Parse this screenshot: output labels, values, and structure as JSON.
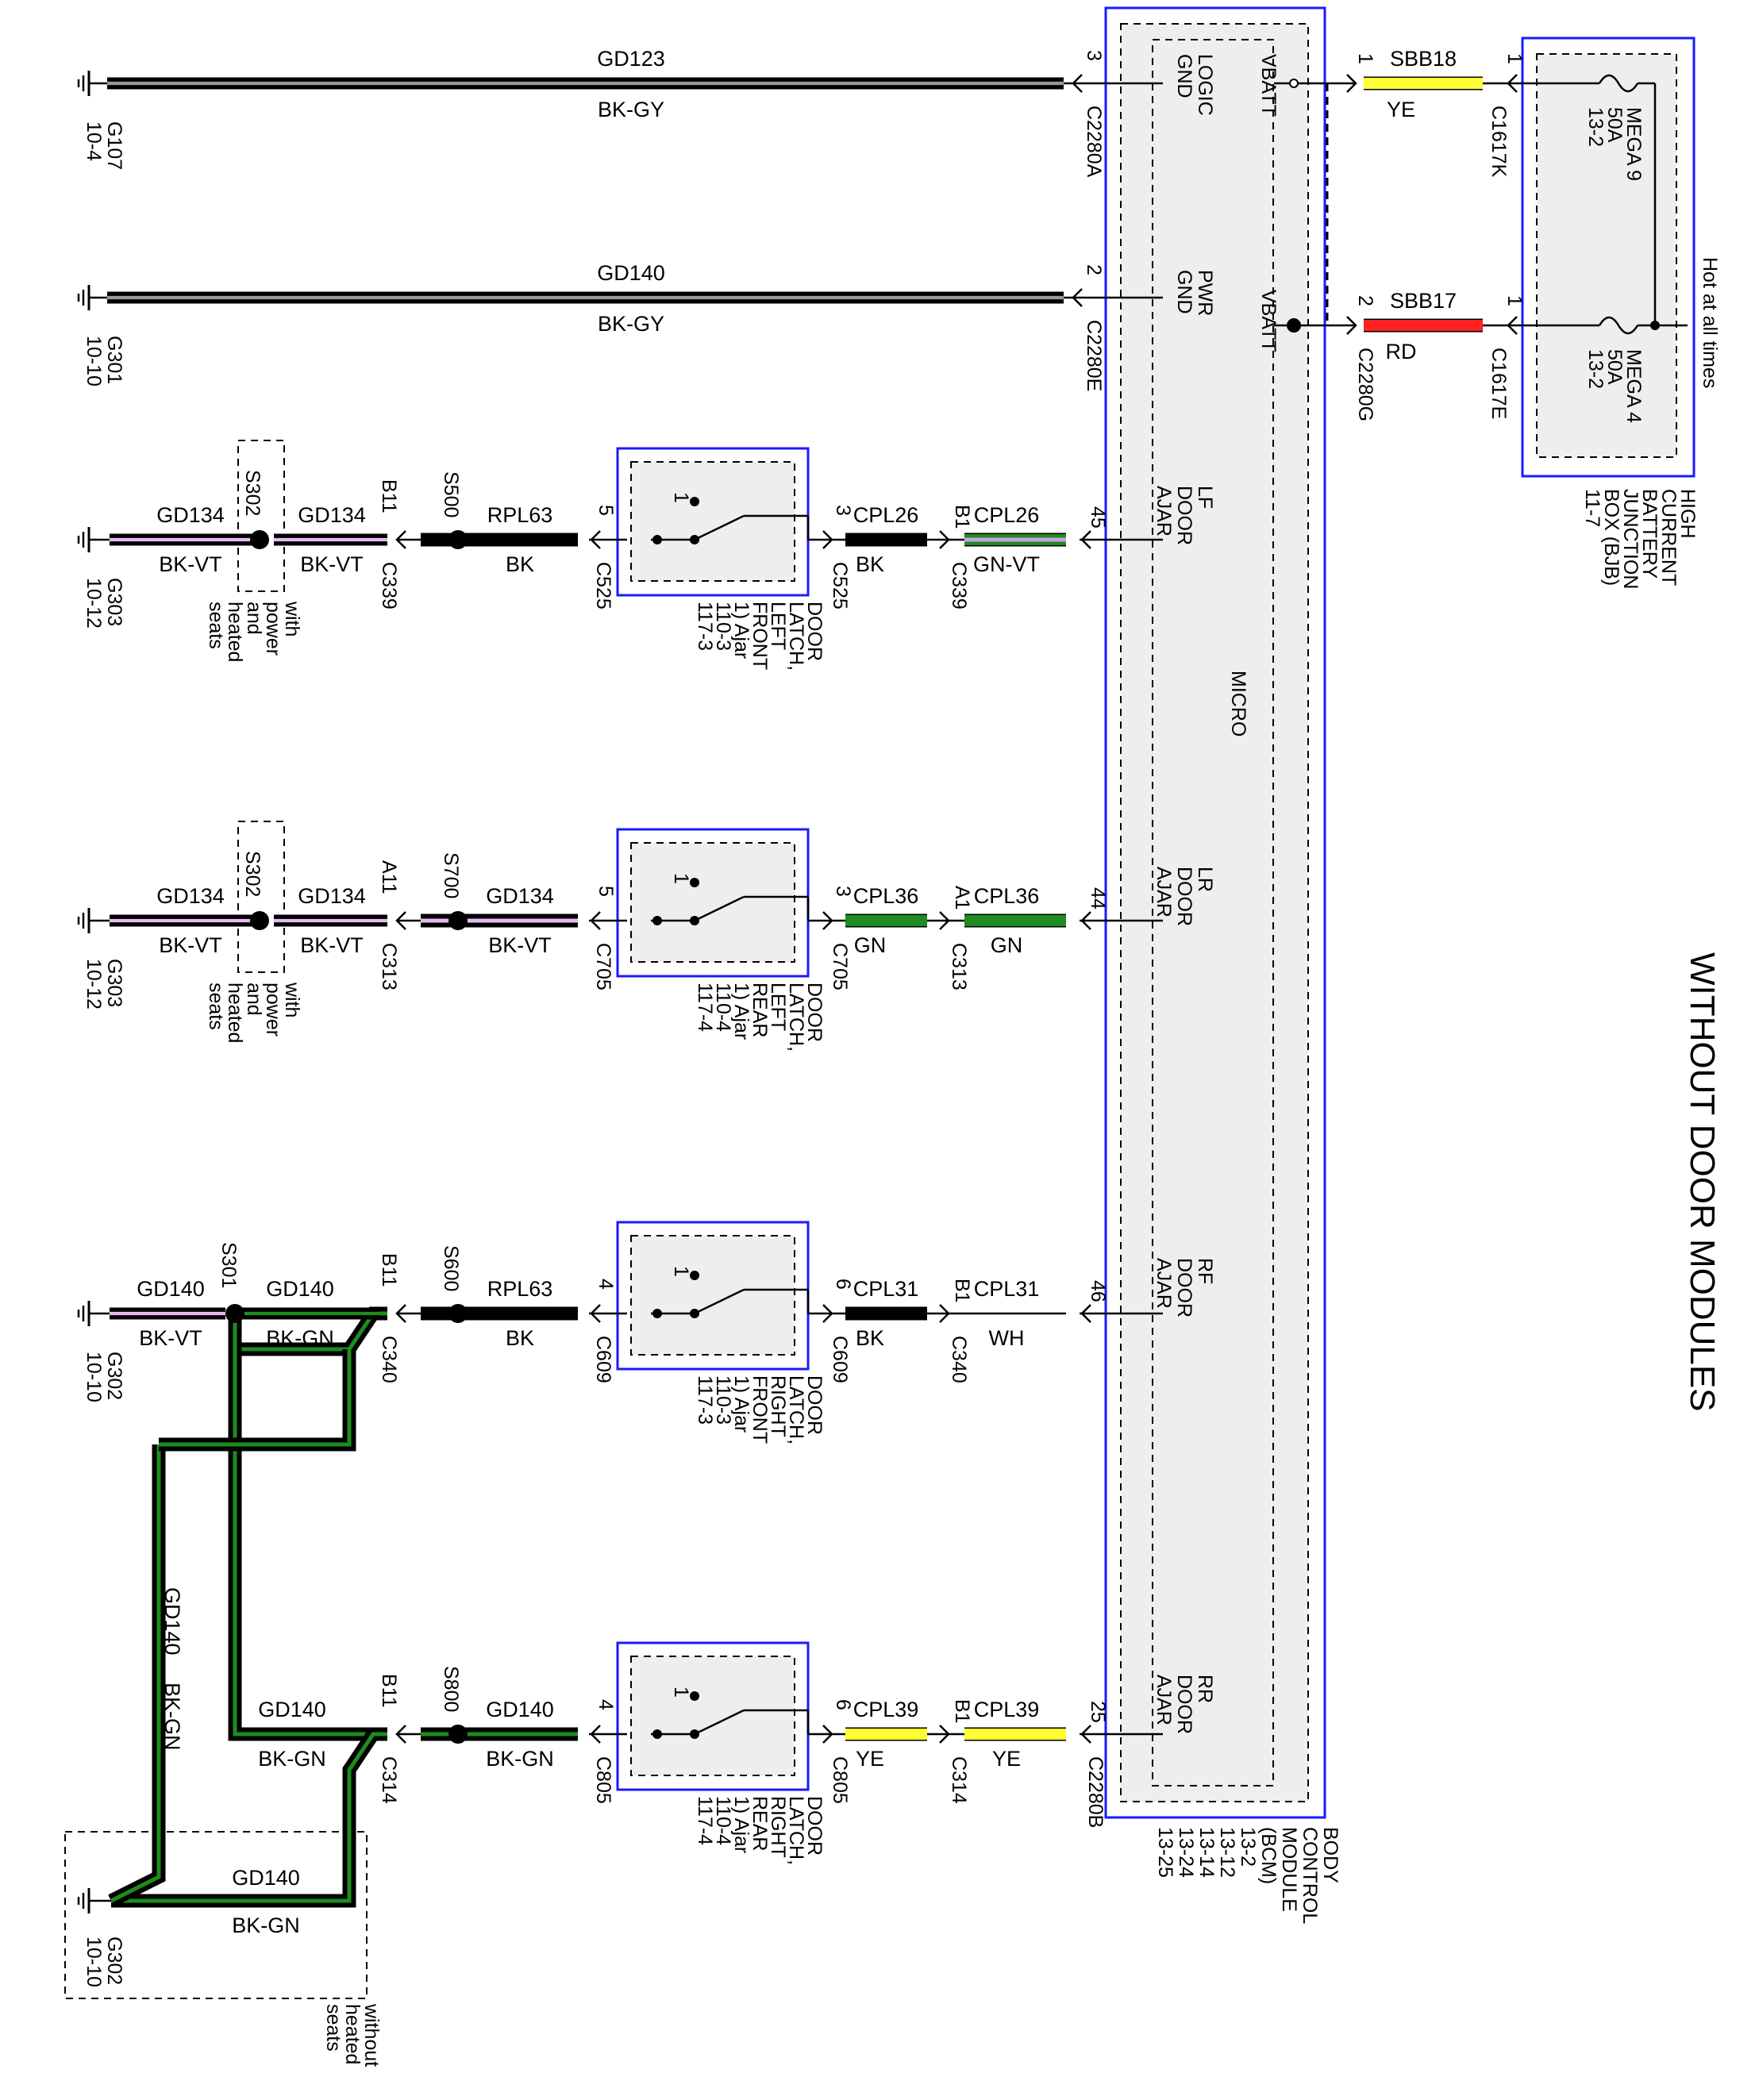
{
  "title": "WITHOUT DOOR MODULES",
  "bcm": {
    "name_lines": [
      "BODY",
      "CONTROL",
      "MODULE",
      "(BCM)",
      "13-2",
      "13-12",
      "13-14",
      "13-24",
      "13-25"
    ],
    "micro_label": "MICRO",
    "pins": [
      {
        "id": "logic-gnd",
        "lines": [
          "LOGIC",
          "GND"
        ]
      },
      {
        "id": "pwr-gnd",
        "lines": [
          "PWR",
          "GND"
        ]
      },
      {
        "id": "vbatt-1",
        "lines": [
          "VBATT"
        ]
      },
      {
        "id": "vbatt-2",
        "lines": [
          "VBATT"
        ]
      },
      {
        "id": "lf",
        "lines": [
          "LF",
          "DOOR",
          "AJAR"
        ]
      },
      {
        "id": "lr",
        "lines": [
          "LR",
          "DOOR",
          "AJAR"
        ]
      },
      {
        "id": "rf",
        "lines": [
          "RF",
          "DOOR",
          "AJAR"
        ]
      },
      {
        "id": "rr",
        "lines": [
          "RR",
          "DOOR",
          "AJAR"
        ]
      }
    ]
  },
  "bjb": {
    "name_lines": [
      "HIGH",
      "CURRENT",
      "BATTERY",
      "JUNCTION",
      "BOX (BJB)",
      "11-7"
    ],
    "hot_label": "Hot at all times",
    "fuses": [
      {
        "id": "mega9",
        "lines": [
          "MEGA 9",
          "50A",
          "13-2"
        ]
      },
      {
        "id": "mega4",
        "lines": [
          "MEGA 4",
          "50A",
          "13-2"
        ]
      }
    ]
  },
  "vbatt_feeds": [
    {
      "id": "sbb18",
      "circuit": "SBB18",
      "color_code": "YE",
      "wire_color": "#ffff33",
      "bcm_pin": "1",
      "bjb_pin": "1",
      "bjb_connector": "C1617K",
      "bcm_connector": ""
    },
    {
      "id": "sbb17",
      "circuit": "SBB17",
      "color_code": "RD",
      "wire_color": "#ff2020",
      "bcm_pin": "2",
      "bjb_pin": "1",
      "bjb_connector": "C1617E",
      "bcm_connector": "C2280G"
    }
  ],
  "grounds": [
    {
      "id": "gd123",
      "circuit": "GD123",
      "color_code": "BK-GY",
      "pin": "3",
      "connector": "C2280A",
      "ground": "G107",
      "ground_ref": "10-4"
    },
    {
      "id": "gd140",
      "circuit": "GD140",
      "color_code": "BK-GY",
      "pin": "2",
      "connector": "C2280E",
      "ground": "G301",
      "ground_ref": "10-10"
    }
  ],
  "doors": [
    {
      "id": "lf",
      "latch_lines": [
        "DOOR",
        "LATCH,",
        "LEFT",
        "FRONT",
        "1) Ajar",
        "110-3",
        "117-3"
      ],
      "switch_pin": "1",
      "bcm_pin": "45",
      "bcm_connector": "",
      "out_circuit": "CPL26",
      "out_color_code": "GN-VT",
      "out_wire_color": "#1e8c1e",
      "out_stripe": "#c8a2e6",
      "mid_pin": "B1",
      "mid_connector": "C339",
      "in_circuit": "CPL26",
      "in_color_code": "BK",
      "in_wire_color": "#000000",
      "in_stripe": "",
      "latch_out_pin": "3",
      "latch_out_connector": "C525",
      "latch_in_pin": "5",
      "latch_in_connector": "C525",
      "feed_circuit": "RPL63",
      "feed_color_code": "BK",
      "feed_wire_color": "#000000",
      "feed_stripe": "",
      "splice": "S500",
      "branch_pin": "B11",
      "branch_connector": "C339",
      "gnd_circuit_a": "GD134",
      "gnd_color_a": "BK-VT",
      "option_splice": "S302",
      "option_label_lines": [
        "with",
        "power",
        "and",
        "heated",
        "seats"
      ],
      "gnd_circuit_b": "GD134",
      "gnd_color_b": "BK-VT",
      "ground": "G303",
      "ground_ref": "10-12"
    },
    {
      "id": "lr",
      "latch_lines": [
        "DOOR",
        "LATCH,",
        "LEFT",
        "REAR",
        "1) Ajar",
        "110-4",
        "117-4"
      ],
      "switch_pin": "1",
      "bcm_pin": "44",
      "bcm_connector": "",
      "out_circuit": "CPL36",
      "out_color_code": "GN",
      "out_wire_color": "#1e8c1e",
      "out_stripe": "",
      "mid_pin": "A1",
      "mid_connector": "C313",
      "in_circuit": "CPL36",
      "in_color_code": "GN",
      "in_wire_color": "#1e8c1e",
      "in_stripe": "",
      "latch_out_pin": "3",
      "latch_out_connector": "C705",
      "latch_in_pin": "5",
      "latch_in_connector": "C705",
      "feed_circuit": "GD134",
      "feed_color_code": "BK-VT",
      "feed_wire_color": "#000000",
      "feed_stripe": "#e6b8f0",
      "splice": "S700",
      "branch_pin": "A11",
      "branch_connector": "C313",
      "gnd_circuit_a": "GD134",
      "gnd_color_a": "BK-VT",
      "option_splice": "S302",
      "option_label_lines": [
        "with",
        "power",
        "and",
        "heated",
        "seats"
      ],
      "gnd_circuit_b": "GD134",
      "gnd_color_b": "BK-VT",
      "ground": "G303",
      "ground_ref": "10-12"
    },
    {
      "id": "rf",
      "latch_lines": [
        "DOOR",
        "LATCH,",
        "RIGHT",
        "FRONT",
        "1) Ajar",
        "110-3",
        "117-3"
      ],
      "switch_pin": "1",
      "bcm_pin": "46",
      "bcm_connector": "",
      "out_circuit": "CPL31",
      "out_color_code": "WH",
      "out_wire_color": "#ffffff",
      "out_stripe": "",
      "mid_pin": "B1",
      "mid_connector": "C340",
      "in_circuit": "CPL31",
      "in_color_code": "BK",
      "in_wire_color": "#000000",
      "in_stripe": "",
      "latch_out_pin": "6",
      "latch_out_connector": "C609",
      "latch_in_pin": "4",
      "latch_in_connector": "C609",
      "feed_circuit": "RPL63",
      "feed_color_code": "BK",
      "feed_wire_color": "#000000",
      "feed_stripe": "",
      "splice": "S600",
      "branch_pin": "B11",
      "branch_connector": "C340",
      "gnd_circuit_a": "GD140",
      "gnd_color_a": "BK-GN",
      "option_splice": "S301",
      "option_label_lines": [],
      "gnd_circuit_b": "GD140",
      "gnd_color_b": "BK-VT",
      "ground": "G302",
      "ground_ref": "10-10"
    },
    {
      "id": "rr",
      "latch_lines": [
        "DOOR",
        "LATCH,",
        "RIGHT",
        "REAR",
        "1) Ajar",
        "110-4",
        "117-4"
      ],
      "switch_pin": "1",
      "bcm_pin": "25",
      "bcm_connector": "C2280B",
      "out_circuit": "CPL39",
      "out_color_code": "YE",
      "out_wire_color": "#ffff33",
      "out_stripe": "",
      "mid_pin": "B1",
      "mid_connector": "C314",
      "in_circuit": "CPL39",
      "in_color_code": "YE",
      "in_wire_color": "#ffff33",
      "in_stripe": "",
      "latch_out_pin": "6",
      "latch_out_connector": "C805",
      "latch_in_pin": "4",
      "latch_in_connector": "C805",
      "feed_circuit": "GD140",
      "feed_color_code": "BK-GN",
      "feed_wire_color": "#000000",
      "feed_stripe": "#1e8c1e",
      "splice": "S800",
      "branch_pin": "B11",
      "branch_connector": "C314",
      "gnd_circuit_a": "GD140",
      "gnd_color_a": "BK-GN",
      "option_splice": "",
      "option_label_lines": [],
      "gnd_circuit_b": "",
      "gnd_color_b": "",
      "ground": "",
      "ground_ref": ""
    }
  ],
  "rr_bottom": {
    "vertical_circuit": "GD140",
    "vertical_color_code": "BK-GN",
    "bottom_circuit": "GD140",
    "bottom_color_code": "BK-GN",
    "ground": "G302",
    "ground_ref": "10-10",
    "option_label_lines": [
      "without",
      "heated",
      "seats"
    ]
  }
}
